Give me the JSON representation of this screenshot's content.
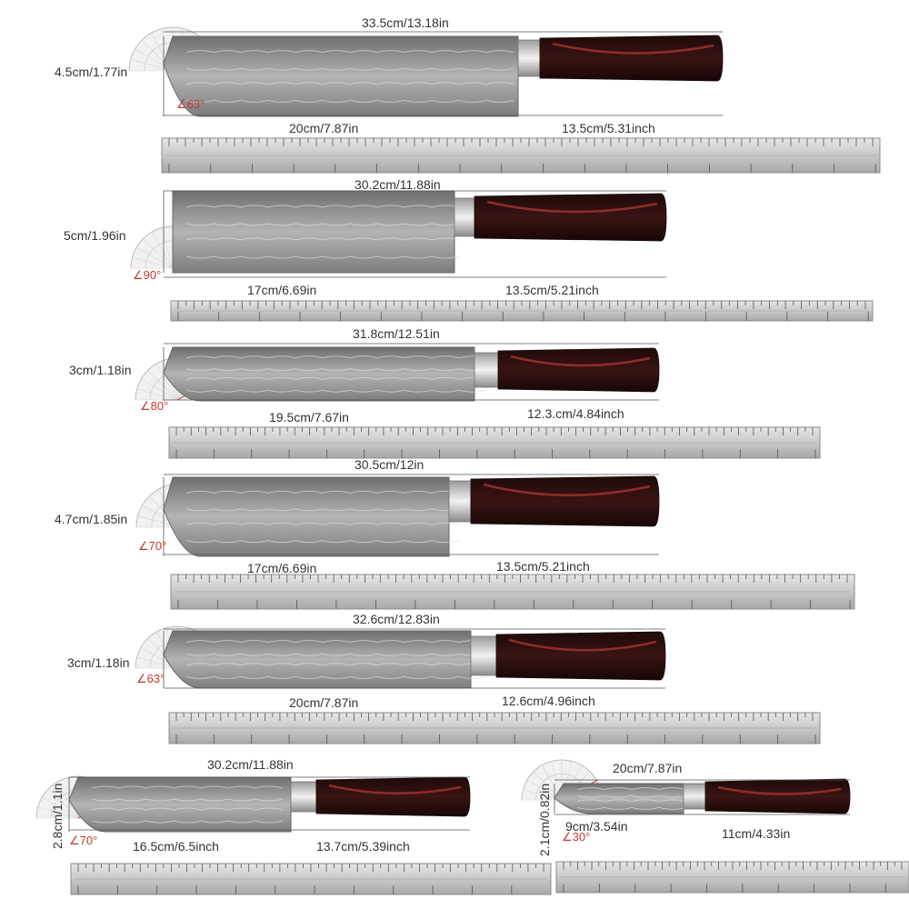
{
  "colors": {
    "angle_text": "#c0392b",
    "dim_line": "#555555",
    "blade": "#8e8e8e",
    "handle": "#3a1414",
    "handle_grain": "#a0322c",
    "ruler": "#c8c8c8"
  },
  "knives": [
    {
      "overall": "33.5cm/13.18in",
      "width": "4.5cm/1.77in",
      "angle": "∠63°",
      "blade": "20cm/7.87in",
      "handle": "13.5cm/5.31inch"
    },
    {
      "overall": "30.2cm/11.88in",
      "width": "5cm/1.96in",
      "angle": "∠90°",
      "blade": "17cm/6.69in",
      "handle": "13.5cm/5.21inch"
    },
    {
      "overall": "31.8cm/12.51in",
      "width": "3cm/1.18in",
      "angle": "∠80°",
      "blade": "19.5cm/7.67in",
      "handle": "12.3.cm/4.84inch"
    },
    {
      "overall": "30.5cm/12in",
      "width": "4.7cm/1.85in",
      "angle": "∠70°",
      "blade": "17cm/6.69in",
      "handle": "13.5cm/5.21inch"
    },
    {
      "overall": "32.6cm/12.83in",
      "width": "3cm/1.18in",
      "angle": "∠63°",
      "blade": "20cm/7.87in",
      "handle": "12.6cm/4.96inch"
    },
    {
      "overall": "30.2cm/11.88in",
      "width": "2.8cm/1.1in",
      "angle": "∠70°",
      "blade": "16.5cm/6.5inch",
      "handle": "13.7cm/5.39inch"
    },
    {
      "overall": "20cm/7.87in",
      "width": "2.1cm/0.82in",
      "angle": "∠30°",
      "blade": "9cm/3.54in",
      "handle": "11cm/4.33in"
    }
  ]
}
